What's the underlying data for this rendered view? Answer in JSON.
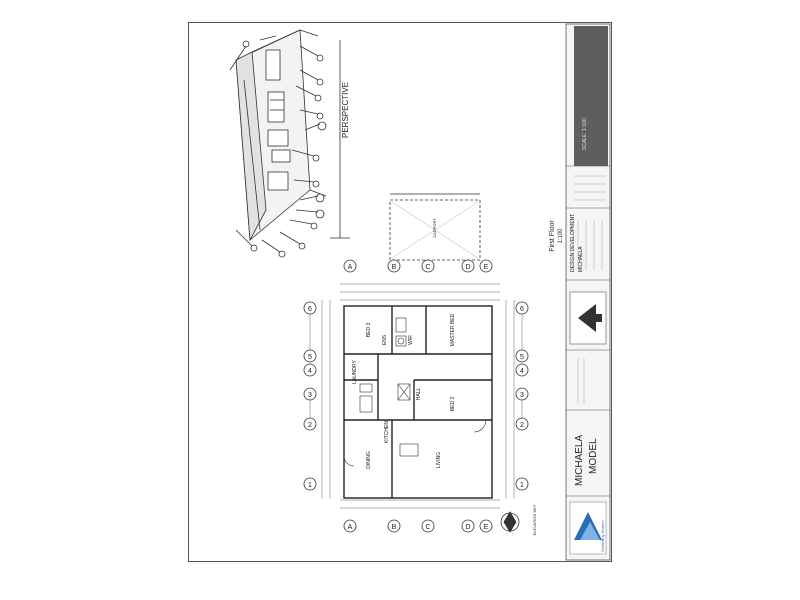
{
  "title_block": {
    "model_line1": "MICHAELA",
    "model_line2": "MODEL",
    "brand": "SmartBuy Homes",
    "design_development": "DESIGN DEVELOPMENT",
    "design_name": "MICHAELA",
    "scale_note": "SCALE: 1:100"
  },
  "plan": {
    "heading": "First Floor",
    "scale": "1:100",
    "perspective_label": "PERSPECTIVE",
    "carport_label": "CARPORT",
    "elevation_key": "ELEVATION KEY",
    "grid_letters": [
      "A",
      "B",
      "C",
      "D",
      "E"
    ],
    "grid_numbers": [
      "1",
      "2",
      "3",
      "4",
      "5",
      "6"
    ],
    "rooms": {
      "bed3": "BED 3",
      "master_bed": "MASTER BED",
      "bed2": "BED 2",
      "dining": "DINING",
      "living": "LIVING",
      "laundry": "LAUNDRY",
      "hall": "HALL",
      "wir": "WIR",
      "ens": "ENS",
      "kitchen": "KITCHEN"
    }
  },
  "colors": {
    "line": "#333333",
    "light_line": "#888888",
    "logo_blue": "#2a6db5",
    "dark_panel": "#5e5e5e"
  }
}
